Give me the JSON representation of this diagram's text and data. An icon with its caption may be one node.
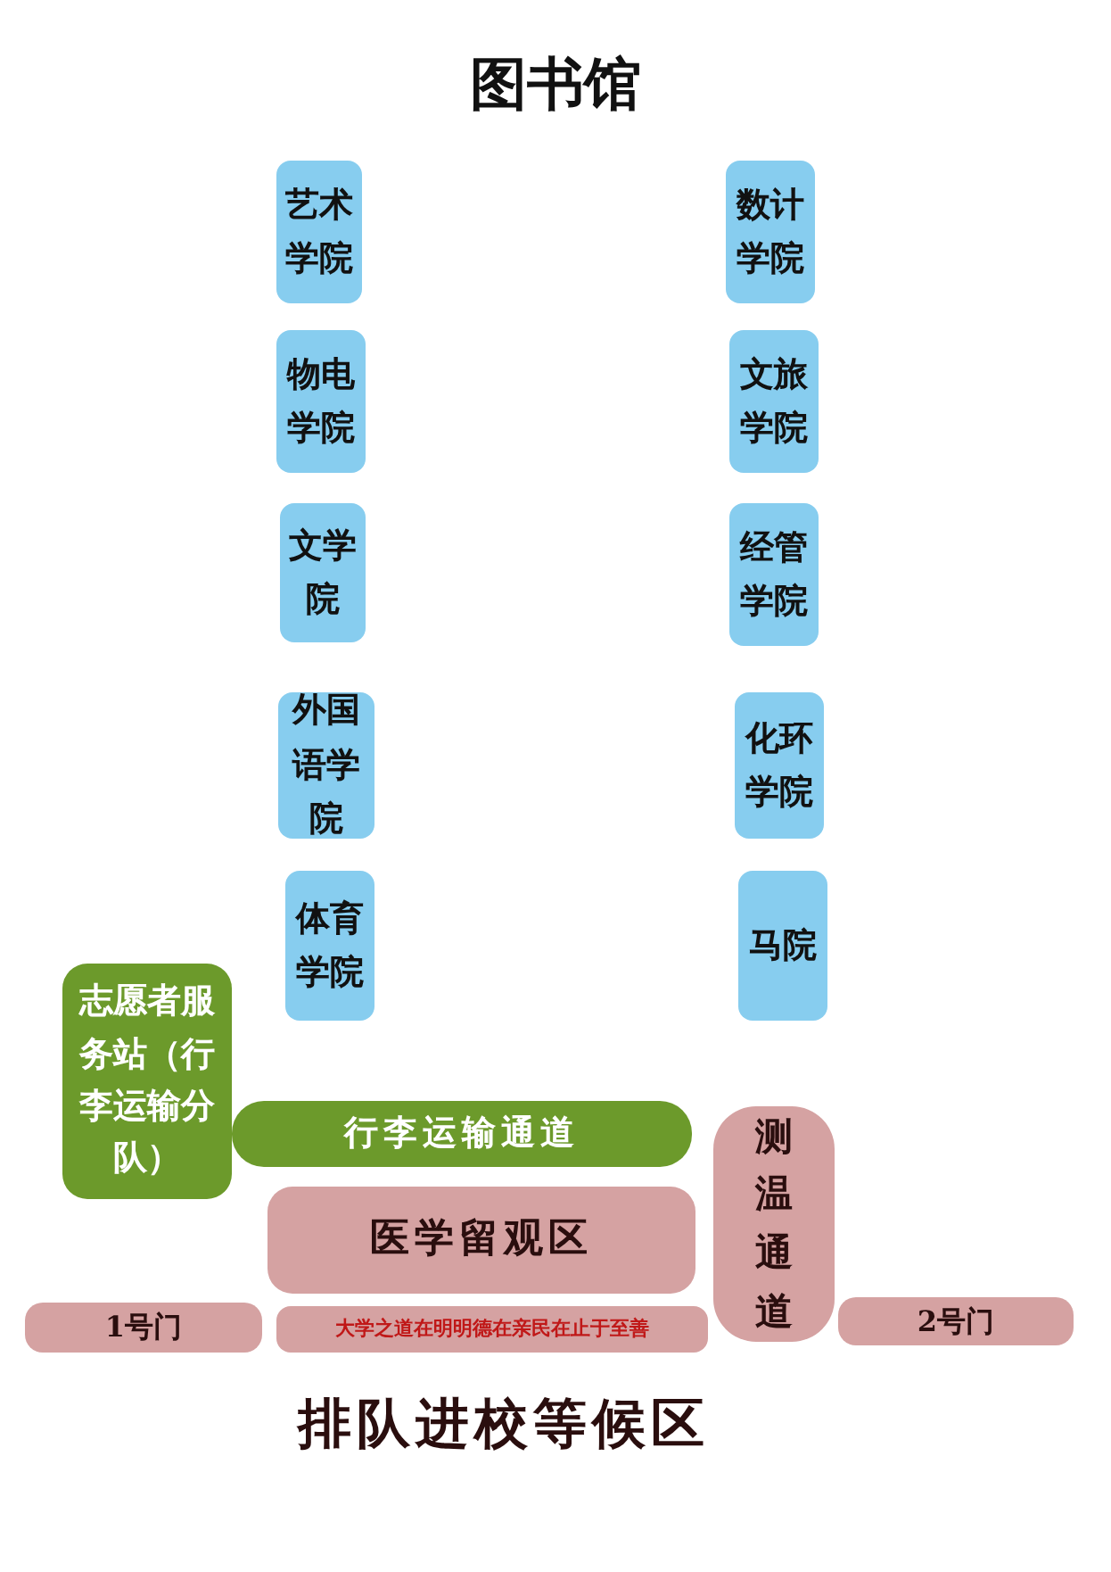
{
  "diagram": {
    "title": "图书馆",
    "nodes": [
      {
        "text": [
          "艺术学院"
        ]
      },
      {
        "text": [
          "数计学院"
        ]
      },
      {
        "text": [
          "物电学院"
        ]
      },
      {
        "text": [
          "文旅学院"
        ]
      },
      {
        "text": [
          "文学院"
        ]
      },
      {
        "text": [
          "经管学院"
        ]
      },
      {
        "text": [
          "外国语学院"
        ]
      },
      {
        "text": [
          "化环学院"
        ]
      },
      {
        "text": [
          "体育学院"
        ]
      },
      {
        "text": [
          "马院"
        ]
      },
      {
        "text": [
          "志愿者服务站（行李运输分队）"
        ]
      },
      {
        "text": [
          "行李运输通道"
        ]
      },
      {
        "text": [
          "测温通道"
        ]
      },
      {
        "text": [
          "医学留观区"
        ]
      },
      {
        "text": [
          "1号门"
        ]
      },
      {
        "text": [
          "大学之道在明明德在亲民在止于至善"
        ]
      },
      {
        "text": [
          "2号门"
        ]
      }
    ],
    "labels": [
      "排队进校等候区"
    ]
  }
}
